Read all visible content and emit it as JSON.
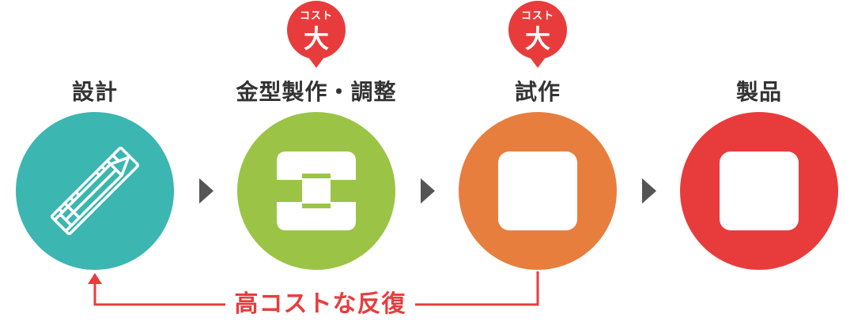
{
  "colors": {
    "teal": "#3bb6b0",
    "green": "#9bc447",
    "orange": "#e77e3e",
    "red": "#e83c3c",
    "arrow_gray": "#555555",
    "label_text": "#333333"
  },
  "steps": [
    {
      "label": "設計",
      "icon": "ruler-pencil-icon",
      "color": "#3bb6b0"
    },
    {
      "label": "金型製作・調整",
      "icon": "mold-icon",
      "color": "#9bc447"
    },
    {
      "label": "試作",
      "icon": "rounded-square-icon",
      "color": "#e77e3e"
    },
    {
      "label": "製品",
      "icon": "rounded-square-icon",
      "color": "#e83c3c"
    }
  ],
  "badges": [
    {
      "small": "コスト",
      "big": "大"
    },
    {
      "small": "コスト",
      "big": "大"
    }
  ],
  "feedback": {
    "label": "高コストな反復"
  }
}
